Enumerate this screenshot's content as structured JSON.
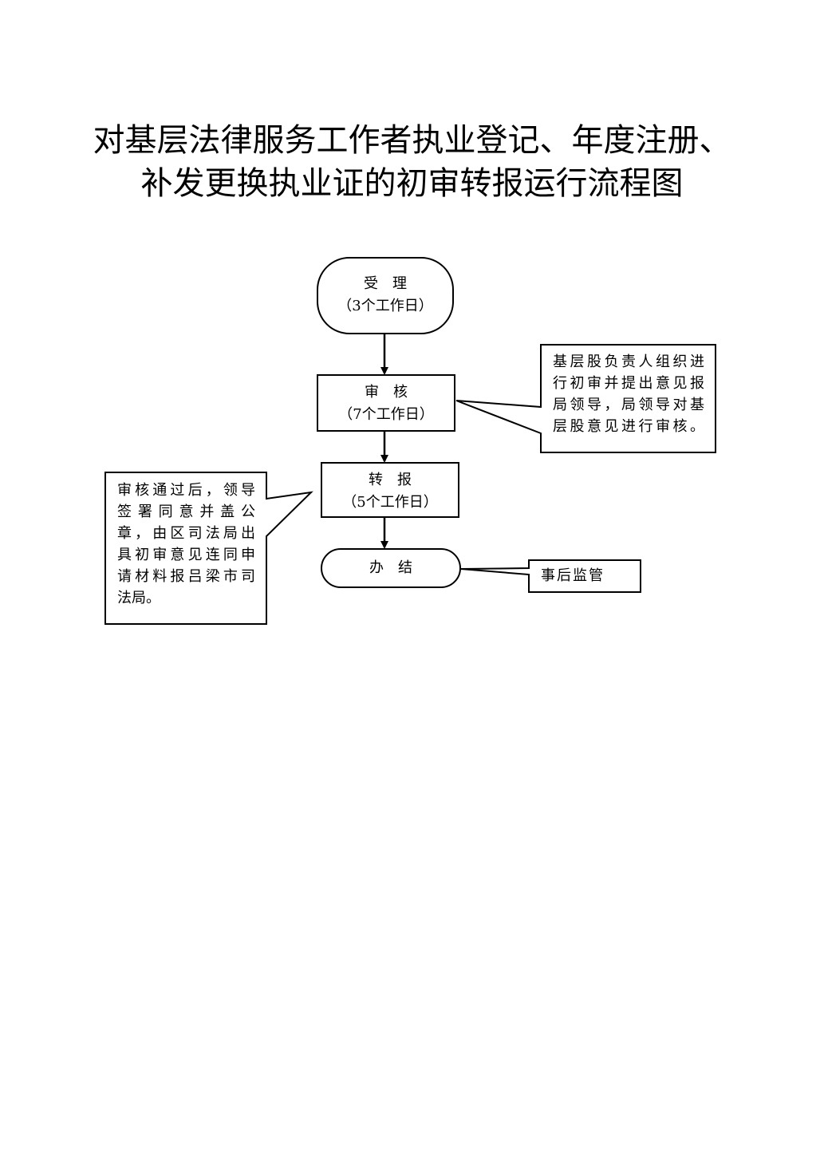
{
  "title": {
    "line1": "对基层法律服务工作者执业登记、年度注册、",
    "line2": "补发更换执业证的初审转报运行流程图"
  },
  "nodes": [
    {
      "id": "accept",
      "label": "受　理",
      "duration": "（3个工作日）",
      "shape": "terminator"
    },
    {
      "id": "review",
      "label": "审　核",
      "duration": "（7个工作日）",
      "shape": "process"
    },
    {
      "id": "forward",
      "label": "转　报",
      "duration": "（5个工作日）",
      "shape": "process"
    },
    {
      "id": "complete",
      "label": "办　结",
      "shape": "terminator"
    }
  ],
  "edges": [
    {
      "from": "accept",
      "to": "review"
    },
    {
      "from": "review",
      "to": "forward"
    },
    {
      "from": "forward",
      "to": "complete"
    }
  ],
  "notes": {
    "review_note": {
      "attached_to": "review",
      "lines": [
        "基层股负责人组织进",
        "行初审并提出意见报",
        "局领导，局领导对基",
        "层股意见进行审核。"
      ]
    },
    "forward_note": {
      "attached_to": "forward",
      "lines": [
        "审核通过后，领导",
        "签署同意并盖公",
        "章，由区司法局出",
        "具初审意见连同申",
        "请材料报吕梁市司",
        "法局。"
      ]
    },
    "complete_note": {
      "attached_to": "complete",
      "lines": [
        "事后监管"
      ]
    }
  }
}
